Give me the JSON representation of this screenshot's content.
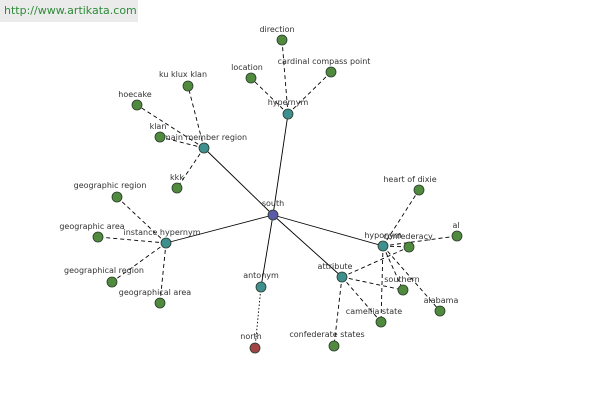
{
  "watermark": "http://www.artikata.com",
  "colors": {
    "center": "#5a5aa8",
    "relation": "#3f8f8f",
    "leaf": "#4f8a3e",
    "antonym_leaf": "#a04444",
    "edge": "#000000"
  },
  "nodes": [
    {
      "id": "south",
      "label": "south",
      "kind": "center"
    },
    {
      "id": "hypernym_top",
      "label": "hypernym",
      "kind": "relation"
    },
    {
      "id": "direction",
      "label": "direction",
      "kind": "leaf"
    },
    {
      "id": "location",
      "label": "location",
      "kind": "leaf"
    },
    {
      "id": "cardinal",
      "label": "cardinal compass point",
      "kind": "leaf"
    },
    {
      "id": "main_member",
      "label": "main member region",
      "kind": "relation"
    },
    {
      "id": "kkk_clan",
      "label": "ku klux klan",
      "kind": "leaf"
    },
    {
      "id": "hoecake",
      "label": "hoecake",
      "kind": "leaf"
    },
    {
      "id": "klan",
      "label": "klan",
      "kind": "leaf"
    },
    {
      "id": "kkk",
      "label": "kkk",
      "kind": "leaf"
    },
    {
      "id": "instance_hypernym",
      "label": "instance hypernym",
      "kind": "relation"
    },
    {
      "id": "geo_region1",
      "label": "geographic region",
      "kind": "leaf"
    },
    {
      "id": "geo_area1",
      "label": "geographic area",
      "kind": "leaf"
    },
    {
      "id": "geo_region2",
      "label": "geographical region",
      "kind": "leaf"
    },
    {
      "id": "geo_area2",
      "label": "geographical area",
      "kind": "leaf"
    },
    {
      "id": "antonym",
      "label": "antonym",
      "kind": "relation"
    },
    {
      "id": "north",
      "label": "north",
      "kind": "antonym_leaf"
    },
    {
      "id": "attribute",
      "label": "attribute",
      "kind": "relation"
    },
    {
      "id": "confederate_states",
      "label": "confederate states",
      "kind": "leaf"
    },
    {
      "id": "camellia",
      "label": "camellia state",
      "kind": "leaf"
    },
    {
      "id": "hyponym",
      "label": "hyponym",
      "kind": "relation"
    },
    {
      "id": "heart_dixie",
      "label": "heart of dixie",
      "kind": "leaf"
    },
    {
      "id": "confederacy",
      "label": "confederacy",
      "kind": "leaf"
    },
    {
      "id": "al",
      "label": "al",
      "kind": "leaf"
    },
    {
      "id": "southern",
      "label": "southern",
      "kind": "leaf"
    },
    {
      "id": "alabama",
      "label": "alabama",
      "kind": "leaf"
    }
  ],
  "edges": [
    {
      "from": "south",
      "to": "hypernym_top",
      "style": "solid"
    },
    {
      "from": "south",
      "to": "main_member",
      "style": "solid"
    },
    {
      "from": "south",
      "to": "instance_hypernym",
      "style": "solid"
    },
    {
      "from": "south",
      "to": "antonym",
      "style": "solid"
    },
    {
      "from": "south",
      "to": "attribute",
      "style": "solid"
    },
    {
      "from": "south",
      "to": "hyponym",
      "style": "solid"
    },
    {
      "from": "hypernym_top",
      "to": "direction",
      "style": "dashed"
    },
    {
      "from": "hypernym_top",
      "to": "location",
      "style": "dashed"
    },
    {
      "from": "hypernym_top",
      "to": "cardinal",
      "style": "dashed"
    },
    {
      "from": "main_member",
      "to": "kkk_clan",
      "style": "dashed"
    },
    {
      "from": "main_member",
      "to": "hoecake",
      "style": "dashed"
    },
    {
      "from": "main_member",
      "to": "klan",
      "style": "dashed"
    },
    {
      "from": "main_member",
      "to": "kkk",
      "style": "dashed"
    },
    {
      "from": "instance_hypernym",
      "to": "geo_region1",
      "style": "dashed"
    },
    {
      "from": "instance_hypernym",
      "to": "geo_area1",
      "style": "dashed"
    },
    {
      "from": "instance_hypernym",
      "to": "geo_region2",
      "style": "dashed"
    },
    {
      "from": "instance_hypernym",
      "to": "geo_area2",
      "style": "dashed"
    },
    {
      "from": "antonym",
      "to": "north",
      "style": "dotted"
    },
    {
      "from": "attribute",
      "to": "confederate_states",
      "style": "dashed"
    },
    {
      "from": "attribute",
      "to": "camellia",
      "style": "dashed"
    },
    {
      "from": "attribute",
      "to": "southern",
      "style": "dashed"
    },
    {
      "from": "attribute",
      "to": "confederacy",
      "style": "dashed"
    },
    {
      "from": "hyponym",
      "to": "heart_dixie",
      "style": "dashed"
    },
    {
      "from": "hyponym",
      "to": "confederacy",
      "style": "dashed"
    },
    {
      "from": "hyponym",
      "to": "al",
      "style": "dashed"
    },
    {
      "from": "hyponym",
      "to": "southern",
      "style": "dashed"
    },
    {
      "from": "hyponym",
      "to": "alabama",
      "style": "dashed"
    },
    {
      "from": "hyponym",
      "to": "camellia",
      "style": "dashed"
    }
  ]
}
